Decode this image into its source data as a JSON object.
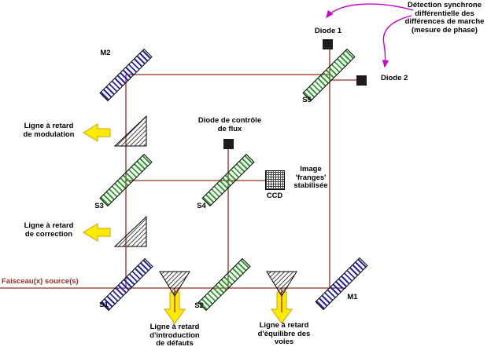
{
  "diagram": {
    "source_label": "Faisceau(x) source(s)",
    "annotations": {
      "detection": "Détection synchrone\ndifférentielle des\ndifférences de marche\n(mesure de phase)",
      "image_stabilized": "Image\n'franges'\nstabilisée"
    },
    "components": {
      "m1": "M1",
      "m2": "M2",
      "s1": "S1",
      "s2": "S2",
      "s3": "S3",
      "s4": "S4",
      "s5": "S5",
      "ccd": "CCD",
      "diode1": "Diode 1",
      "diode2": "Diode 2",
      "flux_diode": "Diode de contrôle\nde flux"
    },
    "delay_lines": {
      "modulation": "Ligne à retard\nde modulation",
      "correction": "Ligne à retard\nde correction",
      "introduction": "Ligne à retard\nd'introduction\nde défauts",
      "equilibre": "Ligne à retard\nd'équilibre des\nvoies"
    },
    "colors": {
      "beam": "#9a2d22",
      "annotation_arrow": "#cc00cc",
      "mirror_hatch": "#2424aa",
      "splitter_hatch": "#2fa02f",
      "delay_arrow": "#ffeb00",
      "prism_hatch": "#111111",
      "diode": "#1c1c1c"
    }
  }
}
